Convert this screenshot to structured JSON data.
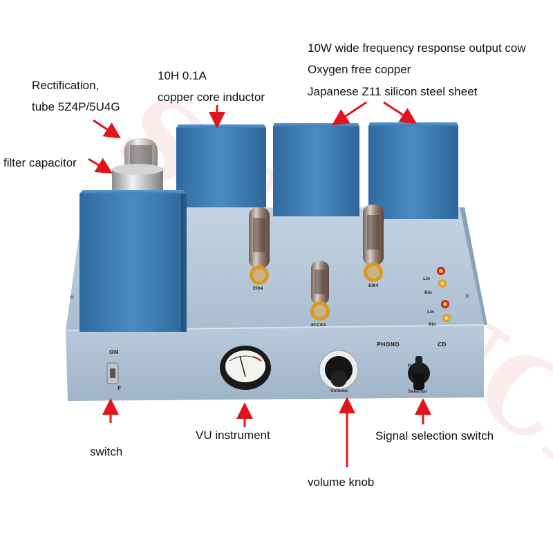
{
  "annotations": {
    "rectification_line1": "Rectification,",
    "rectification_line2": "tube 5Z4P/5U4G",
    "filter_capacitor": "filter capacitor",
    "inductor_line1": "10H 0.1A",
    "inductor_line2": "copper core inductor",
    "transformer_line1": "10W wide frequency response output cow",
    "transformer_line2": "Oxygen free copper",
    "transformer_line3": "Japanese Z11 silicon steel sheet",
    "switch": "switch",
    "vu": "VU instrument",
    "volume": "volume knob",
    "selector": "Signal selection switch"
  },
  "panel": {
    "on": "ON",
    "off": "F",
    "phono": "PHONO",
    "cd": "CD",
    "volume": "Volume",
    "selector": "Selector",
    "ph": "P"
  },
  "tubes": {
    "left": "El84",
    "right": "El84",
    "center": "ECC83"
  },
  "inputs": {
    "lin1": "Lin",
    "rin1": "Rin",
    "lin2": "Lin",
    "rin2": "Rin"
  },
  "colors": {
    "chassis": "#aebfd0",
    "transformer": "#3f7fb4",
    "arrow": "#e0141a"
  }
}
